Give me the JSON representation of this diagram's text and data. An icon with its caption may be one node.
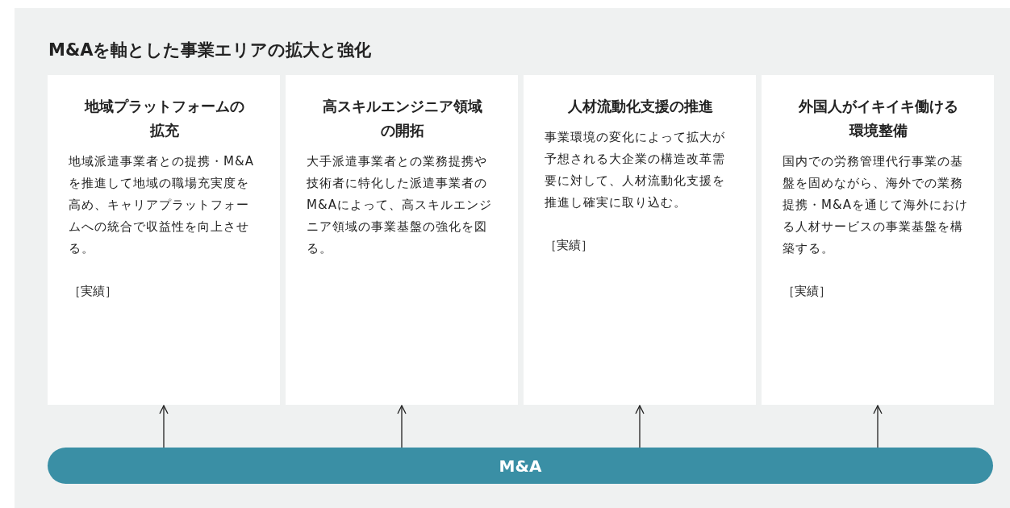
{
  "diagram": {
    "title": "M&Aを軸とした事業エリアの拡大と強化",
    "nodes": [
      {
        "text": [
          "地域プラットフォームの拡充",
          "地域派遣事業者との提携・M&Aを推進して地域の職場充実度を高め、キャリアプラットフォームへの統合で収益性を向上させる。",
          "［実績］"
        ]
      },
      {
        "text": [
          "高スキルエンジニア領域の開拓",
          "大手派遣事業者との業務提携や技術者に特化した派遣事業者のM&Aによって、高スキルエンジニア領域の事業基盤の強化を図る。"
        ]
      },
      {
        "text": [
          "人材流動化支援の推進",
          "事業環境の変化によって拡大が予想される大企業の構造改革需要に対して、人材流動化支援を推進し確実に取り込む。",
          "［実績］"
        ]
      },
      {
        "text": [
          "外国人がイキイキ働ける環境整備",
          "国内での労務管理代行事業の基盤を固めながら、海外での業務提携・M&Aを通じて海外における人材サービスの事業基盤を構築する。",
          "［実績］"
        ]
      },
      {
        "text": [
          "M&A"
        ]
      }
    ],
    "edges": [
      {
        "from": 4,
        "to": 0,
        "arrow": "to"
      },
      {
        "from": 4,
        "to": 1,
        "arrow": "to"
      },
      {
        "from": 4,
        "to": 2,
        "arrow": "to"
      },
      {
        "from": 4,
        "to": 3,
        "arrow": "to"
      }
    ]
  }
}
